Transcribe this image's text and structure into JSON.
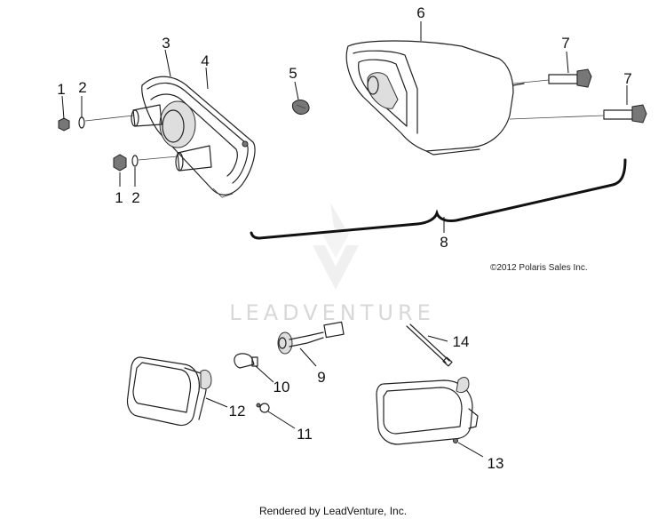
{
  "callouts": {
    "c1a": "1",
    "c2a": "2",
    "c3": "3",
    "c4": "4",
    "c5": "5",
    "c6": "6",
    "c7a": "7",
    "c7b": "7",
    "c1b": "1",
    "c2b": "2",
    "c8": "8",
    "c9": "9",
    "c10": "10",
    "c11": "11",
    "c12": "12",
    "c13": "13",
    "c14": "14"
  },
  "copyright": "©2012 Polaris Sales Inc.",
  "watermark": "LEADVENTURE",
  "footer": "Rendered by LeadVenture, Inc."
}
